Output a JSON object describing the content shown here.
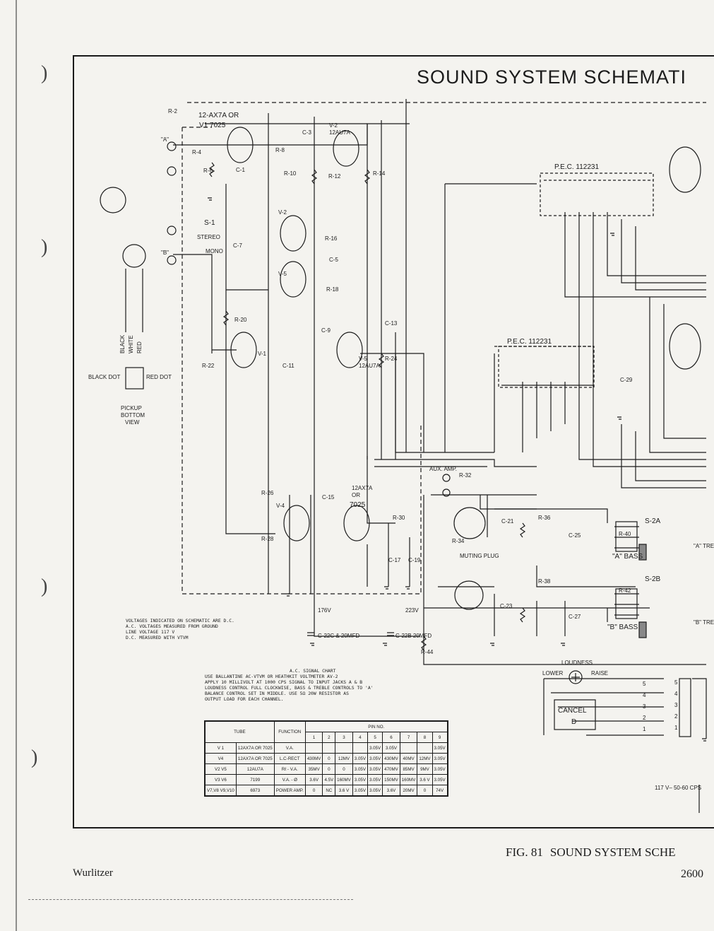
{
  "title": "SOUND SYSTEM SCHEMATI",
  "figure": {
    "number": "FIG. 81",
    "caption": "SOUND SYSTEM SCHE"
  },
  "brand": "Wurlitzer",
  "model": "2600",
  "components": {
    "v1": {
      "label": "V-1",
      "tube": "12-AX7A OR",
      "tube2": "V1 7025"
    },
    "v2_top": "V-2",
    "v2_type": "12AU7A",
    "v5": "V-5",
    "v5_type": "12AU7A",
    "v2_mid": "V-2",
    "v5_mid": "V-5",
    "v1_bottom": "V-1",
    "v4": "V-4",
    "v4_type1": "12AX7A",
    "v4_type2": "OR",
    "v4_type3": "7025",
    "rec1": "P.E.C. 112231",
    "rec2": "P.E.C. 112231",
    "s1": "S-1",
    "stereo": "STEREO",
    "mono": "MONO",
    "input_a": "\"A\"",
    "input_b": "\"B\"",
    "aux_amp": "AUX. AMP.",
    "muting_plug": "MUTING PLUG",
    "s2a": "S-2A",
    "s2b": "S-2B",
    "a_bass": "\"A\" BASS",
    "b_bass": "\"B\" BASS",
    "a_tre": "\"A\" TRE",
    "b_tre": "\"B\" TRE",
    "loudness": "LOUDNESS",
    "lower": "LOWER",
    "raise": "RAISE",
    "cancel": "CANCEL",
    "cancel_d": "D",
    "pickup": "PICKUP",
    "bottom": "BOTTOM",
    "view": "VIEW",
    "black_dot": "BLACK DOT",
    "red_dot": "RED DOT",
    "black": "BLACK",
    "white": "WHITE",
    "red": "RED",
    "v176": "176V",
    "v223": "223V",
    "c22": "C-22C & 20MFD",
    "c22b": "C-22B 20MFD",
    "r_labels": [
      "R-2",
      "R-4",
      "R-6",
      "R-8",
      "R-10",
      "R-12",
      "R-14",
      "R-16",
      "R-18",
      "R-20",
      "R-22",
      "R-24",
      "R-26",
      "R-28",
      "R-30",
      "R-32",
      "R-34",
      "R-36",
      "R-38",
      "R-40",
      "R-42",
      "R-44"
    ],
    "c_labels": [
      "C-1",
      "C-3",
      "C-5",
      "C-7",
      "C-9",
      "C-11",
      "C-13",
      "C-15",
      "C-17",
      "C-19",
      "C-21",
      "C-23",
      "C-25",
      "C-27",
      "C-29"
    ],
    "terminals": [
      "5",
      "4",
      "3",
      "2",
      "1"
    ],
    "mains": "117 V– 50-60 CPS"
  },
  "voltage_notes": [
    "VOLTAGES INDICATED ON SCHEMATIC ARE D.C.",
    "A.C. VOLTAGES MEASURED FROM GROUND",
    "LINE VOLTAGE 117 V",
    "D.C. MEASURED WITH VTVM"
  ],
  "ac_chart": {
    "title": "A.C. SIGNAL CHART",
    "lines": [
      "USE BALLANTINE AC-VTVM OR HEATHKIT VOLTMETER AV-2",
      "APPLY 10 MILLIVOLT AT 1000 CPS SIGNAL TO INPUT JACKS A & B",
      "LOUDNESS CONTROL FULL CLOCKWISE, BASS & TREBLE CONTROLS TO 'A'",
      "BALANCE CONTROL SET IN MIDDLE. USE 5Ω 20W RESISTOR AS",
      "OUTPUT LOAD FOR EACH CHANNEL."
    ]
  },
  "tube_table": {
    "headers": [
      "TUBE",
      "FUNCTION",
      "PIN NO."
    ],
    "pins": [
      "1",
      "2",
      "3",
      "4",
      "5",
      "6",
      "7",
      "8",
      "9"
    ],
    "rows": [
      {
        "pos": "V 1",
        "tube": "12AX7A OR 7025",
        "func": "V.A.",
        "pins": [
          "",
          "",
          "",
          "",
          "3.05V",
          "3.05V",
          "",
          "",
          "3.05V"
        ]
      },
      {
        "pos": "V4",
        "tube": "12AX7A OR 7025",
        "func": "L.C-RECT",
        "pins": [
          "430MV",
          "0",
          "12MV",
          "3.05V",
          "3.05V",
          "430MV",
          "40MV",
          "12MV",
          "3.05V"
        ]
      },
      {
        "pos": "V2 V5",
        "tube": "12AU7A",
        "func": "Rℓ - V.A.",
        "pins": [
          "35MV",
          "0",
          "0",
          "3.05V",
          "3.05V",
          "470MV",
          "85MV",
          "9MV",
          "3.05V"
        ]
      },
      {
        "pos": "V3 V6",
        "tube": "7199",
        "func": "V.A. - Ø",
        "pins": [
          "3.6V",
          "4.5V",
          "160MV",
          "3.05V",
          "3.05V",
          "150MV",
          "160MV",
          "3.6 V",
          "3.05V"
        ]
      },
      {
        "pos": "V7,V8 V9,V10",
        "tube": "6973",
        "func": "POWER AMP.",
        "pins": [
          "0",
          "NC",
          "3.6 V",
          "3.05V",
          "3.05V",
          "3.6V",
          "20MV",
          "0",
          "74V"
        ]
      }
    ]
  }
}
